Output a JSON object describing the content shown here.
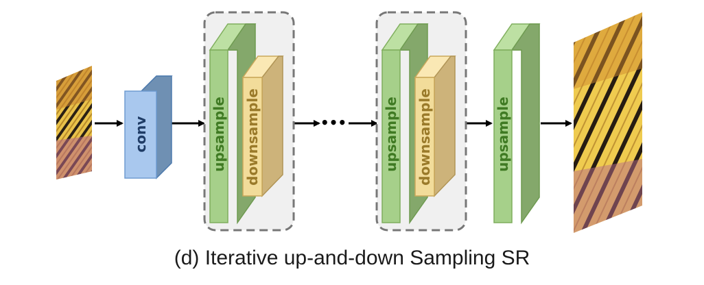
{
  "caption": "(d) Iterative up-and-down Sampling SR",
  "blocks": {
    "conv": "conv",
    "upsample_1": "upsample",
    "downsample_1": "downsample",
    "upsample_2": "upsample",
    "downsample_2": "downsample",
    "upsample_final": "upsample"
  },
  "ellipsis": "•••",
  "colors": {
    "conv": "#a9c8ee",
    "upsample": "#a6d08a",
    "downsample": "#f2dc9a",
    "group_box_fill": "#f0f0f0",
    "group_box_stroke": "#777777",
    "arrow": "#000000"
  },
  "images": {
    "input": "low-resolution butterfly wing image",
    "output": "super-resolved butterfly wing image"
  }
}
